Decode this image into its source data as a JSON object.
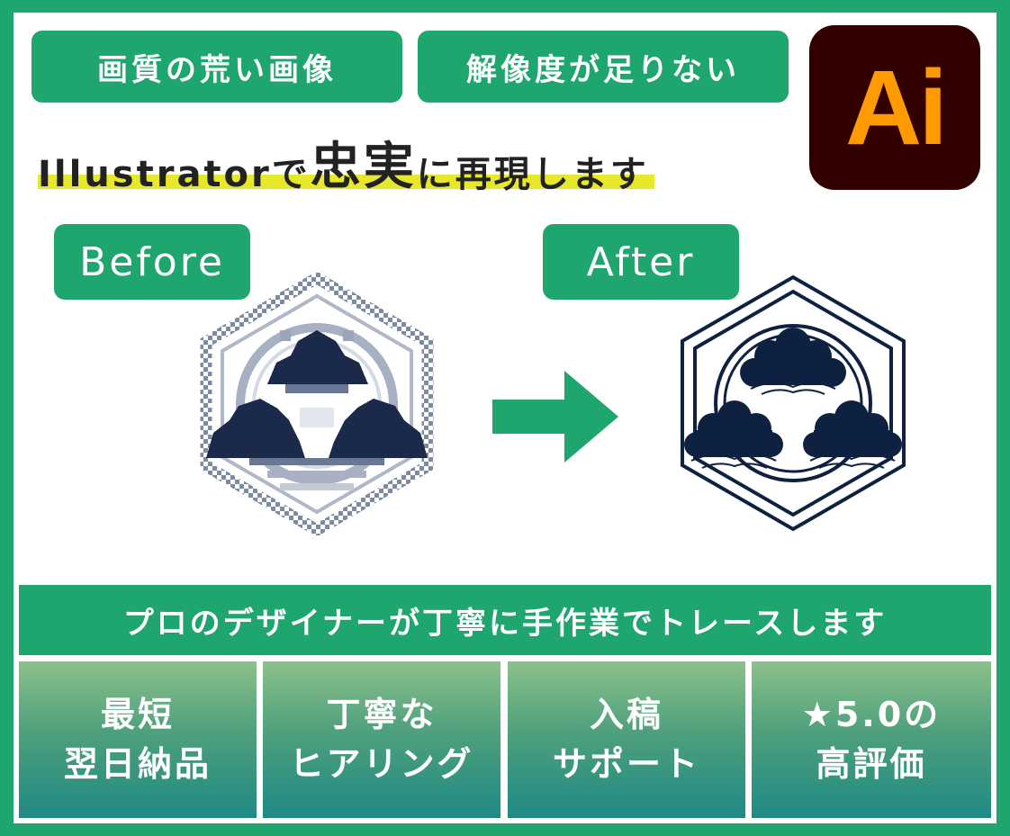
{
  "tags": [
    "画質の荒い画像",
    "解像度が足りない"
  ],
  "logo": {
    "text": "Ai",
    "bg_color": "#330000",
    "text_color": "#ff9a00"
  },
  "headline": {
    "part1": "Illustratorで",
    "emphasis": "忠実",
    "part2": "に再現します"
  },
  "before_label": "Before",
  "after_label": "After",
  "banner": "プロのデザイナーが丁寧に手作業でトレースします",
  "features": [
    {
      "line1": "最短",
      "line2": "翌日納品"
    },
    {
      "line1": "丁寧な",
      "line2": "ヒアリング"
    },
    {
      "line1": "入稿",
      "line2": "サポート"
    },
    {
      "line1": "★5.0の",
      "line2": "高評価"
    }
  ],
  "colors": {
    "accent": "#1fa56e",
    "highlight": "#e8e82a",
    "emblem": "#0f2140"
  }
}
